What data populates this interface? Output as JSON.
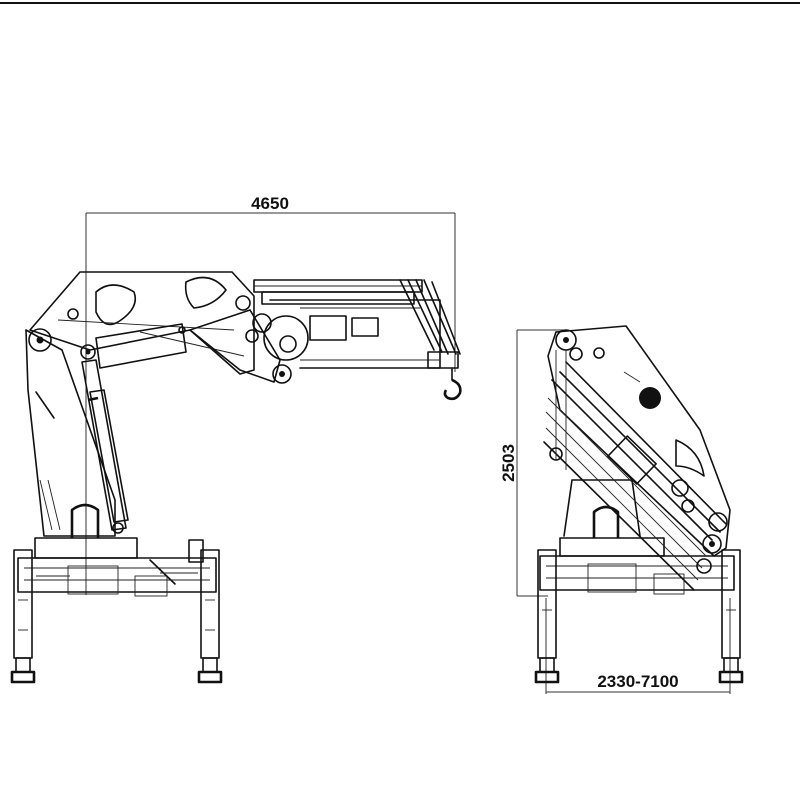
{
  "dimensions": {
    "reach": "4650",
    "folded_height": "2503",
    "outrigger_span": "2330-7100"
  },
  "colors": {
    "line": "#111111",
    "background": "#ffffff"
  }
}
